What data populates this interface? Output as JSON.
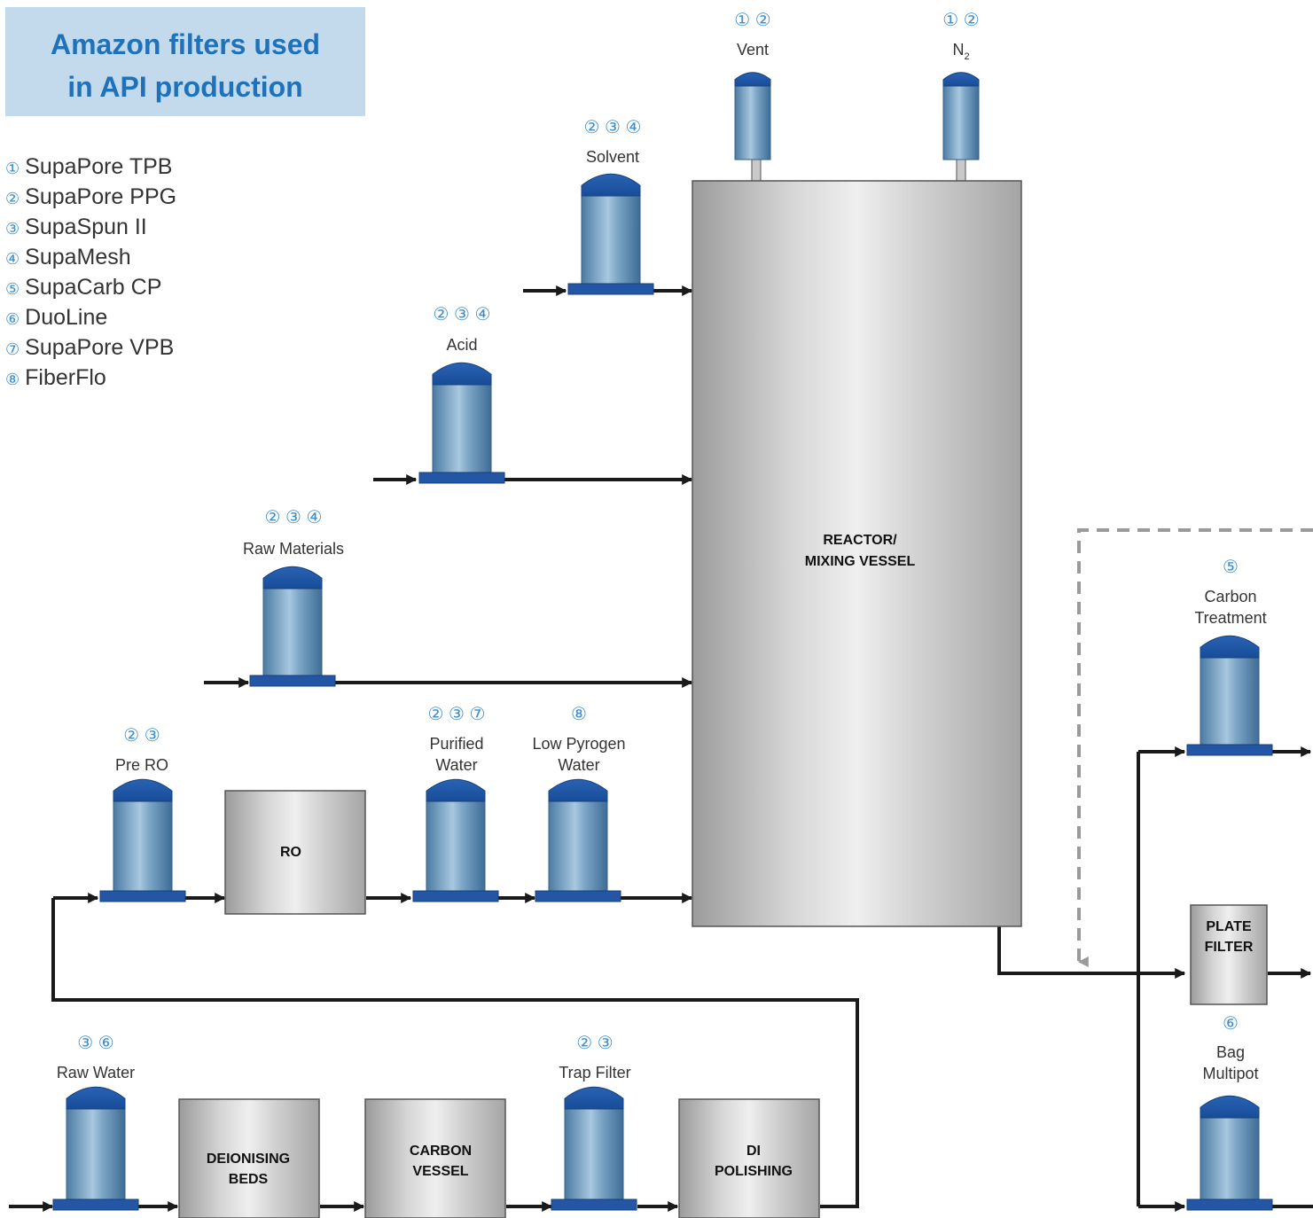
{
  "title": {
    "line1": "Amazon filters used",
    "line2": "in API production"
  },
  "legend": [
    {
      "num": "①",
      "label": "SupaPore TPB"
    },
    {
      "num": "②",
      "label": "SupaPore PPG"
    },
    {
      "num": "③",
      "label": "SupaSpun II"
    },
    {
      "num": "④",
      "label": "SupaMesh"
    },
    {
      "num": "⑤",
      "label": "SupaCarb CP"
    },
    {
      "num": "⑥",
      "label": "DuoLine"
    },
    {
      "num": "⑦",
      "label": "SupaPore VPB"
    },
    {
      "num": "⑧",
      "label": "FiberFlo"
    }
  ],
  "filters": {
    "vent": {
      "nums": "① ②",
      "label": [
        "Vent"
      ]
    },
    "n2": {
      "nums": "① ②",
      "label": [
        "N",
        "2"
      ]
    },
    "solvent": {
      "nums": "② ③ ④",
      "label": [
        "Solvent"
      ]
    },
    "acid": {
      "nums": "② ③ ④",
      "label": [
        "Acid"
      ]
    },
    "raw_materials": {
      "nums": "② ③ ④",
      "label": [
        "Raw Materials"
      ]
    },
    "pre_ro": {
      "nums": "② ③",
      "label": [
        "Pre RO"
      ]
    },
    "purified_water": {
      "nums": "② ③ ⑦",
      "label": [
        "Purified",
        "Water"
      ]
    },
    "low_pyrogen_water": {
      "nums": "⑧",
      "label": [
        "Low Pyrogen",
        "Water"
      ]
    },
    "raw_water": {
      "nums": "③ ⑥",
      "label": [
        "Raw Water"
      ]
    },
    "trap_filter": {
      "nums": "② ③",
      "label": [
        "Trap Filter"
      ]
    },
    "carbon_treatment": {
      "nums": "⑤",
      "label": [
        "Carbon",
        "Treatment"
      ]
    },
    "bag_multipot": {
      "nums": "⑥",
      "label": [
        "Bag",
        "Multipot"
      ]
    }
  },
  "vessels": {
    "reactor": [
      "REACTOR/",
      "MIXING VESSEL"
    ],
    "ro": [
      "RO"
    ],
    "deionising_beds": [
      "DEIONISING",
      "BEDS"
    ],
    "carbon_vessel": [
      "CARBON",
      "VESSEL"
    ],
    "di_polishing": [
      "DI",
      "POLISHING"
    ],
    "plate_filter": [
      "PLATE",
      "FILTER"
    ]
  },
  "colors": {
    "title_bg": "#c3d9ec",
    "title_text": "#1f72ba",
    "filter_cap": "#1d55a6",
    "filter_body": "#5a8db5",
    "filter_base": "#2456a6",
    "circled_numbers": "#3b8ed0",
    "pipe": "#1a1a1a",
    "dashed_pipe": "#9a9a9a"
  }
}
